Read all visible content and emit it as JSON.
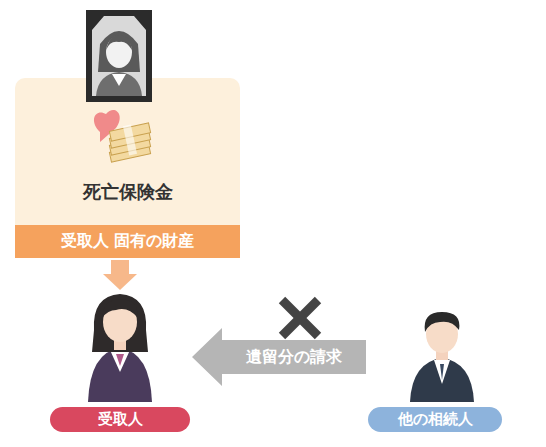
{
  "diagram": {
    "nodes": [
      {
        "text": [
          "死亡保険金"
        ]
      },
      {
        "text": [
          "受取人 固有の財産"
        ],
        "in": 0
      },
      {
        "text": [
          "受取人"
        ]
      },
      {
        "text": [
          "他の相続人"
        ]
      }
    ],
    "edges": [
      {
        "from": 0,
        "to": 2,
        "arrow": "to"
      },
      {
        "from": 3,
        "to": 2,
        "label": "遺留分の請求",
        "arrow": "to"
      }
    ]
  }
}
